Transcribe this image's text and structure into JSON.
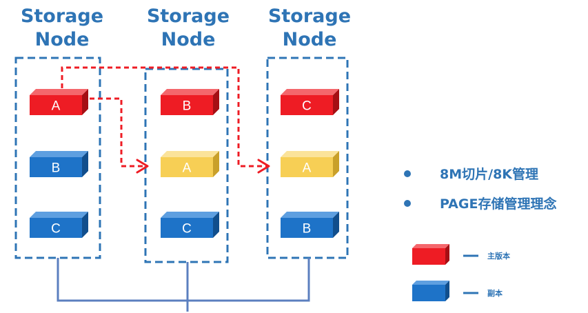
{
  "nodes": [
    {
      "title_line1": "Storage",
      "title_line2": "Node",
      "blocks": [
        {
          "label": "A",
          "role": "primary"
        },
        {
          "label": "B",
          "role": "replica"
        },
        {
          "label": "C",
          "role": "replica"
        }
      ]
    },
    {
      "title_line1": "Storage",
      "title_line2": "Node",
      "blocks": [
        {
          "label": "B",
          "role": "primary"
        },
        {
          "label": "A",
          "role": "copy-target"
        },
        {
          "label": "C",
          "role": "replica"
        }
      ]
    },
    {
      "title_line1": "Storage",
      "title_line2": "Node",
      "blocks": [
        {
          "label": "C",
          "role": "primary"
        },
        {
          "label": "A",
          "role": "copy-target"
        },
        {
          "label": "B",
          "role": "replica"
        }
      ]
    }
  ],
  "bullets": [
    {
      "text": "8M切片/8K管理"
    },
    {
      "text": "PAGE存储管理理念"
    }
  ],
  "legend": [
    {
      "label": "主版本",
      "role": "primary"
    },
    {
      "label": "副本",
      "role": "replica"
    }
  ],
  "colors": {
    "primary_front": "#ee1c24",
    "primary_top": "#f4676c",
    "primary_side": "#a50f14",
    "replica_front": "#1e73c8",
    "replica_top": "#5e9fe0",
    "replica_side": "#114e8c",
    "copy_front": "#f7cf55",
    "copy_top": "#fbe39a",
    "copy_side": "#c9a02a",
    "node_border": "#2e74b5",
    "title": "#2e74b5",
    "arrow": "#ee1c24",
    "connector": "#5b7fbf"
  }
}
